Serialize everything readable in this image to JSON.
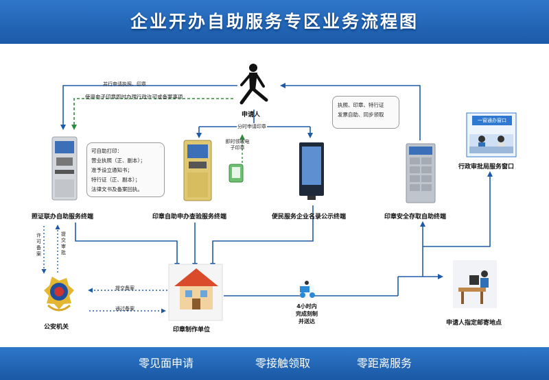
{
  "header": {
    "title": "企业开办自助服务专区业务流程图"
  },
  "nodes": {
    "applicant": "申请人",
    "license_terminal": "照证联办自助服务终端",
    "seal_apply_terminal": "印章自助申办查验服务终端",
    "public_terminal": "便民服务企业名录公示终端",
    "seal_storage_terminal": "印章安全存取自助终端",
    "approval_window": "行政审批局服务窗口",
    "police": "公安机关",
    "seal_maker": "印章制作单位",
    "mail_address": "申请人指定邮寄地点",
    "window_sign": "一窗通办窗口"
  },
  "flow_labels": {
    "print_license_seal": "并行申请执照、印章",
    "e_seal": "使用电子印章即时办理行政许可或备案事项",
    "apply_seal": "分时申请印章",
    "get_e_seal": "即时领取电子印章",
    "submit_filing": "提交备案",
    "pass_filing": "通过备案",
    "submit_approval": "提交审批",
    "approval_feedback": "许可备案",
    "four_hours": "4小时内完成刻制并送达"
  },
  "notes": {
    "self_print": [
      "可自助打印：",
      "营业执照（正、副本）；",
      "准予设立通知书；",
      "特行证（正、副本）；",
      "法律文书及备案回执。"
    ],
    "pickup": [
      "执照、印章、特行证",
      "发票自助、同步领取"
    ]
  },
  "footer": {
    "items": [
      "零见面申请",
      "零接触领取",
      "零距离服务"
    ]
  },
  "colors": {
    "brand_blue": "#1f63b3",
    "line_blue": "#1e5aa8",
    "dash_green": "#2e8b3c"
  }
}
